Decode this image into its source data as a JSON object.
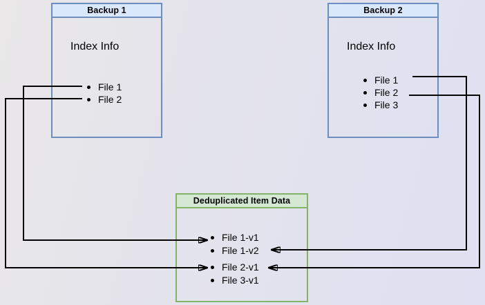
{
  "diagram": {
    "backup1": {
      "title": "Backup 1",
      "section_label": "Index Info",
      "files": [
        "File 1",
        "File 2"
      ]
    },
    "backup2": {
      "title": "Backup 2",
      "section_label": "Index Info",
      "files": [
        "File 1",
        "File 2",
        "File 3"
      ]
    },
    "dedup": {
      "title": "Deduplicated Item Data",
      "items": [
        "File 1-v1",
        "File 1-v2",
        "File 2-v1",
        "File 3-v1"
      ]
    },
    "connections": [
      {
        "from": "Backup 1 / File 1",
        "to": "File 1-v1"
      },
      {
        "from": "Backup 1 / File 2",
        "to": "File 2-v1"
      },
      {
        "from": "Backup 2 / File 1",
        "to": "File 1-v2"
      },
      {
        "from": "Backup 2 / File 2",
        "to": "File 2-v1"
      }
    ],
    "colors": {
      "blue_header_fill": "#dae8fc",
      "blue_border": "#6c8ebf",
      "green_header_fill": "#d5e8d4",
      "green_border": "#82b366",
      "connector": "#000000",
      "bg_left": "#e9e7e8",
      "bg_right": "#dfe0f1"
    }
  }
}
